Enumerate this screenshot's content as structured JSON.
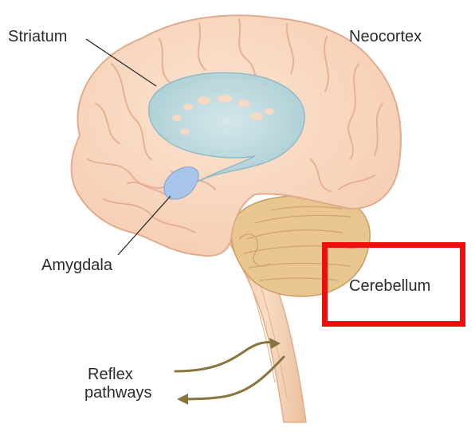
{
  "labels": {
    "striatum": "Striatum",
    "neocortex": "Neocortex",
    "amygdala": "Amygdala",
    "cerebellum": "Cerebellum",
    "reflex_line1": "Reflex",
    "reflex_line2": "pathways"
  },
  "colors": {
    "cortex": "#f9d6bf",
    "cortex_outline": "#e8b296",
    "striatum": "#b7d6dc",
    "amygdala": "#a9c5ea",
    "cerebellum": "#e9c58f",
    "brainstem": "#f3d3b4",
    "reflex_arrow": "#8a7440",
    "highlight": "#f20d0d"
  }
}
